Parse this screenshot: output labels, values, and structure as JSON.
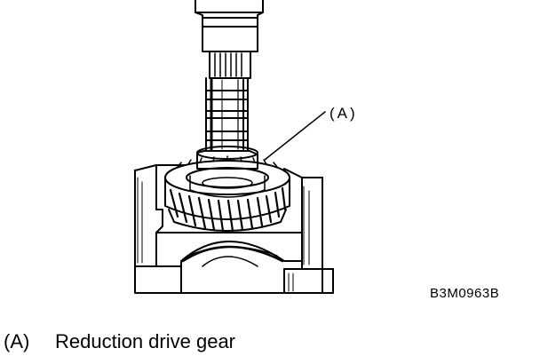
{
  "figure": {
    "callout_label": "(A)",
    "figure_code": "B3M0963B",
    "colors": {
      "ink": "#000000",
      "paper": "#ffffff"
    }
  },
  "legend": [
    {
      "key": "(A)",
      "text": "Reduction drive gear"
    }
  ]
}
